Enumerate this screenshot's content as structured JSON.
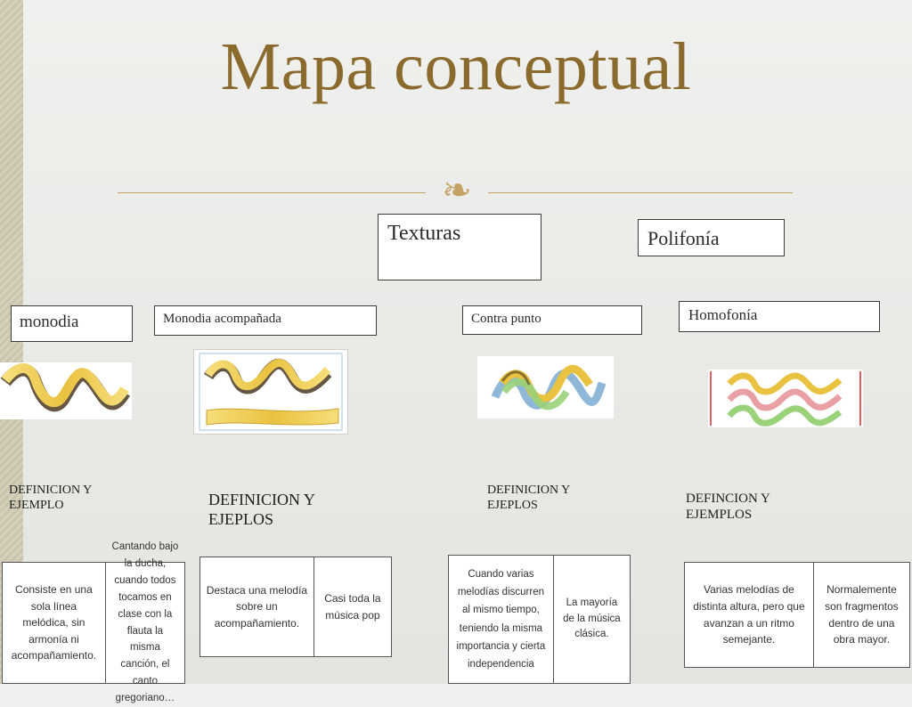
{
  "slide": {
    "title": "Mapa conceptual",
    "flourish_icon": "scroll-flourish-icon"
  },
  "nodes": {
    "texturas": "Texturas",
    "polifonia": "Polifonía",
    "monodia": "monodia",
    "monodia_acompanada": "Monodia acompañada",
    "contrapunto": "Contra punto",
    "homofonia": "Homofonía"
  },
  "labels": {
    "monodia": "DEFINICION Y EJEMPLO",
    "monodia_acompanada": "DEFINICION Y EJEPLOS",
    "contrapunto": "DEFINICION Y EJEPLOS",
    "homofonia": "DEFINCION Y EJEMPLOS"
  },
  "tables": {
    "monodia": {
      "definition": "Consiste en una sola línea melódica, sin armonía ni acompañamiento.",
      "example": "Cantando bajo la ducha, cuando todos tocamos en clase con la flauta la misma canción, el canto gregoriano…"
    },
    "monodia_acompanada": {
      "definition": "Destaca una melodía sobre un acompañamiento.",
      "example": "Casi toda la música pop"
    },
    "contrapunto": {
      "definition": "Cuando varias melodías discurren al mismo tiempo, teniendo la misma importancia y cierta independencia",
      "example": "La mayoría de la música clásica."
    },
    "homofonia": {
      "definition": "Varias melodías de distinta altura, pero que avanzan a un ritmo semejante.",
      "example": "Normalemente son fragmentos dentro de una obra mayor."
    }
  },
  "colors": {
    "title": "#8b6a2e",
    "accent": "#c6a364",
    "ribbon_yellow": "#f0cc4a",
    "ribbon_shadow": "#4a3a22",
    "ribbon_blue": "#8fb7d8",
    "ribbon_green": "#9ad27a",
    "ribbon_pink": "#e8a0a4"
  }
}
